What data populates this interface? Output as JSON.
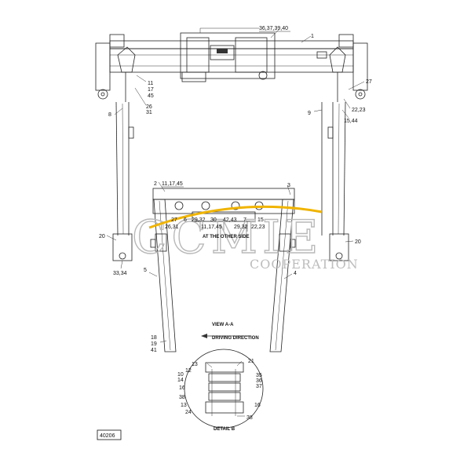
{
  "drawing_id": "40206",
  "view_a_label": "VIEW A-A",
  "driving_direction": "DRIVING DIRECTION",
  "detail_label": "DETAIL B",
  "center_note": "AT THE OTHER SIDE",
  "watermark": {
    "main": "CCMIE",
    "sub": "COOPERATION",
    "accent": "#f0b400"
  },
  "top_callouts": {
    "c_36_37_39_40": "36,37,39,40",
    "c_1": "1",
    "c_11": "11",
    "c_17": "17",
    "c_45": "45",
    "c_26": "26",
    "c_31": "31",
    "c_8": "8",
    "c_27": "27",
    "c_22_23": "22,23",
    "c_9": "9",
    "c_15_44": "15,44",
    "c_20_left": "20",
    "c_20_right": "20",
    "c_33_34": "33,34"
  },
  "view_callouts": {
    "c_2": "2",
    "c_11_17_45": "11,17,45",
    "c_3": "3",
    "c_27": "27",
    "c_26_31": "26,31",
    "c_6": "6",
    "c_29_32a": "29,32",
    "c_30": "30",
    "c_42_43": "42,43",
    "c_7": "7",
    "c_15": "15",
    "c_11_17_45b": "11,17,45",
    "c_29_32b": "29,32",
    "c_22_23": "22,23",
    "c_5": "5",
    "c_4": "4",
    "c_18": "18",
    "c_19": "19",
    "c_41": "41"
  },
  "detail_callouts": {
    "c_13a": "13",
    "c_21": "21",
    "c_12": "12",
    "c_10": "10",
    "c_14": "14",
    "c_35": "35",
    "c_36": "36",
    "c_37": "37",
    "c_16a": "16",
    "c_38a": "38",
    "c_13b": "13",
    "c_24": "24",
    "c_16b": "16",
    "c_38b": "38"
  }
}
